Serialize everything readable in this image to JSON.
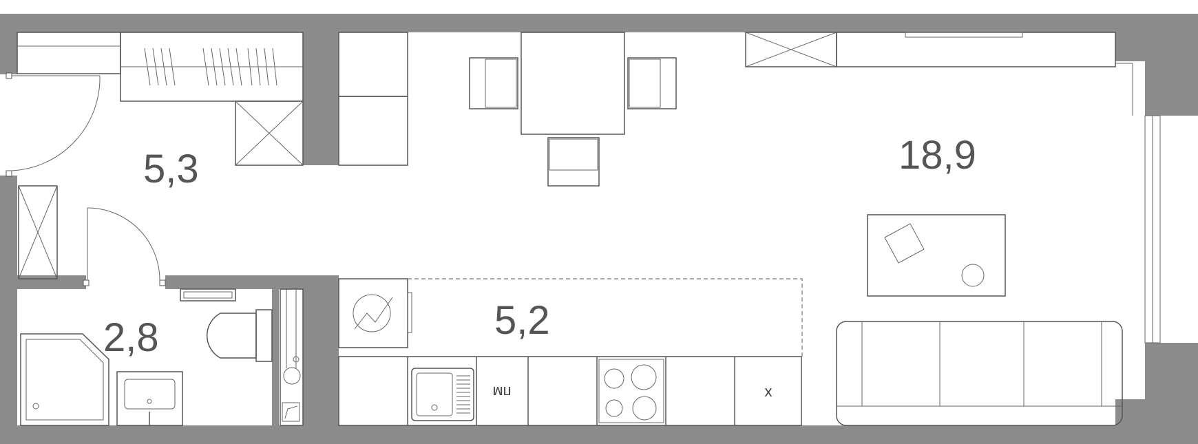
{
  "rooms": {
    "hall_area": "5,3",
    "bath_area": "2,8",
    "kitchen_area": "5,2",
    "living_area": "18,9"
  },
  "appliances": {
    "dishwasher_label": "пм",
    "fridge_label": "х"
  },
  "colors": {
    "wall": "#8c8c8c",
    "line": "#555555",
    "background": "#ffffff"
  }
}
